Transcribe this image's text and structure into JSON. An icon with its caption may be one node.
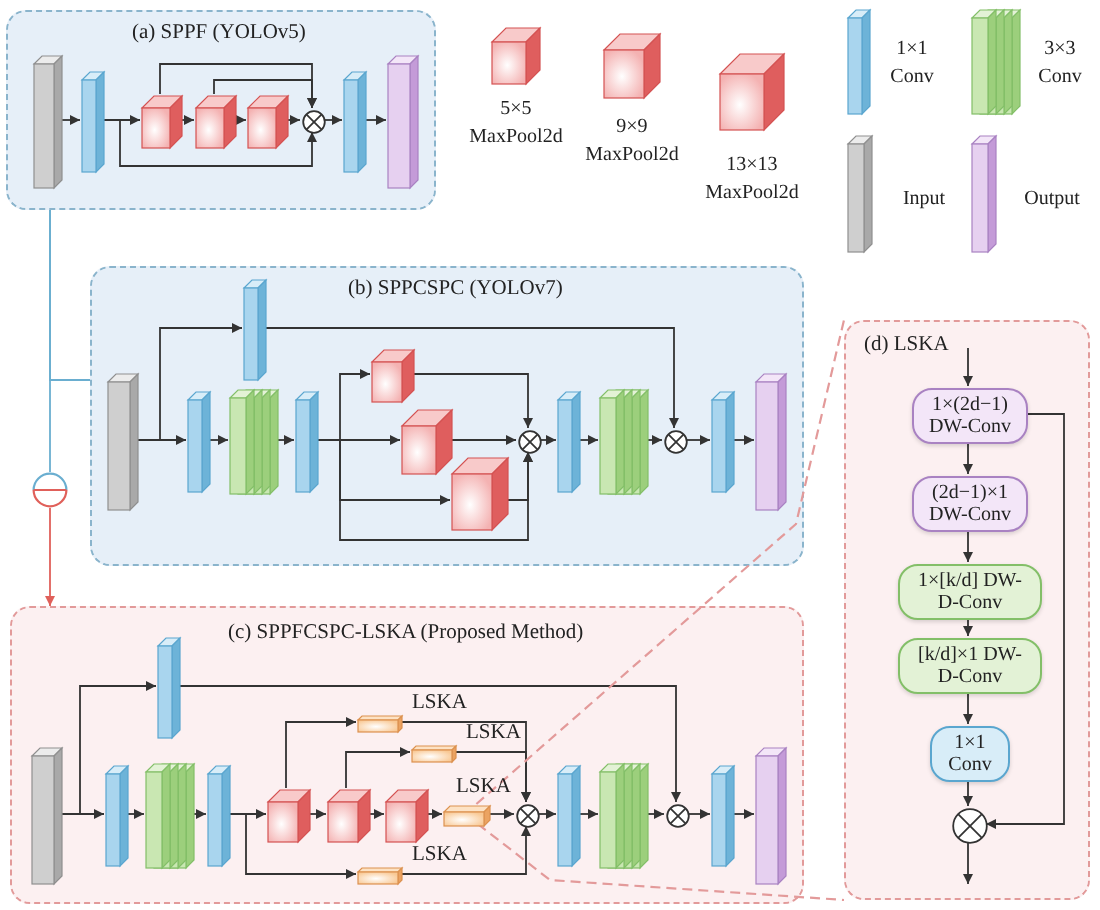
{
  "diagram": {
    "nodes": [
      {
        "text": [
          "(a) SPPF (YOLOv5)"
        ]
      },
      {
        "text": [],
        "shape": "bar",
        "in": 0
      },
      {
        "text": [],
        "shape": "bar",
        "in": 0
      },
      {
        "text": [],
        "shape": "box",
        "in": 0
      },
      {
        "text": [],
        "shape": "box",
        "in": 0
      },
      {
        "text": [],
        "shape": "box",
        "in": 0
      },
      {
        "text": [],
        "shape": "circle",
        "in": 0
      },
      {
        "text": [],
        "shape": "bar",
        "in": 0
      },
      {
        "text": [],
        "shape": "bar",
        "in": 0
      },
      {
        "text": [
          "(b) SPPCSPC (YOLOv7)"
        ]
      },
      {
        "text": [],
        "shape": "bar",
        "in": 9
      },
      {
        "text": [],
        "shape": "bar",
        "in": 9
      },
      {
        "text": [],
        "shape": "bar",
        "in": 9
      },
      {
        "text": [],
        "shape": "bar",
        "in": 9
      },
      {
        "text": [],
        "shape": "bar",
        "in": 9
      },
      {
        "text": [],
        "shape": "box",
        "in": 9
      },
      {
        "text": [],
        "shape": "box",
        "in": 9
      },
      {
        "text": [],
        "shape": "box",
        "in": 9
      },
      {
        "text": [],
        "shape": "circle",
        "in": 9
      },
      {
        "text": [],
        "shape": "bar",
        "in": 9
      },
      {
        "text": [],
        "shape": "bar",
        "in": 9
      },
      {
        "text": [],
        "shape": "circle",
        "in": 9
      },
      {
        "text": [],
        "shape": "bar",
        "in": 9
      },
      {
        "text": [],
        "shape": "bar",
        "in": 9
      },
      {
        "text": [],
        "shape": "circle"
      },
      {
        "text": [
          "(c) SPPFCSPC-LSKA (Proposed Method)"
        ]
      },
      {
        "text": [],
        "shape": "bar",
        "in": 25
      },
      {
        "text": [],
        "shape": "bar",
        "in": 25
      },
      {
        "text": [],
        "shape": "bar",
        "in": 25
      },
      {
        "text": [],
        "shape": "bar",
        "in": 25
      },
      {
        "text": [],
        "shape": "bar",
        "in": 25
      },
      {
        "text": [],
        "shape": "box",
        "in": 25
      },
      {
        "text": [],
        "shape": "box",
        "in": 25
      },
      {
        "text": [],
        "shape": "box",
        "in": 25
      },
      {
        "text": [],
        "shape": "box",
        "in": 25,
        "beside": [
          "LSKA"
        ]
      },
      {
        "text": [],
        "shape": "box",
        "in": 25,
        "beside": [
          "LSKA"
        ]
      },
      {
        "text": [],
        "shape": "box",
        "in": 25,
        "beside": [
          "LSKA"
        ]
      },
      {
        "text": [],
        "shape": "box",
        "in": 25,
        "beside": [
          "LSKA"
        ]
      },
      {
        "text": [],
        "shape": "circle",
        "in": 25
      },
      {
        "text": [],
        "shape": "bar",
        "in": 25
      },
      {
        "text": [],
        "shape": "bar",
        "in": 25
      },
      {
        "text": [],
        "shape": "circle",
        "in": 25
      },
      {
        "text": [],
        "shape": "bar",
        "in": 25
      },
      {
        "text": [],
        "shape": "bar",
        "in": 25
      },
      {
        "text": [
          "(d) LSKA"
        ]
      },
      {
        "text": [
          "1×(2d−1) DW-Conv"
        ],
        "in": 44
      },
      {
        "text": [
          "(2d−1)×1 DW-Conv"
        ],
        "in": 44
      },
      {
        "text": [
          "1×[k/d] DW-D-Conv"
        ],
        "in": 44
      },
      {
        "text": [
          "[k/d]×1 DW-D-Conv"
        ],
        "in": 44
      },
      {
        "text": [
          "1×1 Conv"
        ],
        "in": 44
      },
      {
        "text": [],
        "shape": "circle",
        "in": 44
      }
    ],
    "edges": [
      {
        "from": 1,
        "to": 2,
        "arrow": "to"
      },
      {
        "from": 2,
        "to": 3,
        "arrow": "to"
      },
      {
        "from": 3,
        "to": 4,
        "arrow": "to"
      },
      {
        "from": 4,
        "to": 5,
        "arrow": "to"
      },
      {
        "from": 5,
        "to": 6,
        "arrow": "to"
      },
      {
        "from": 3,
        "to": 6,
        "arrow": "to"
      },
      {
        "from": 4,
        "to": 6,
        "arrow": "to"
      },
      {
        "from": 2,
        "to": 6,
        "arrow": "to"
      },
      {
        "from": 6,
        "to": 7,
        "arrow": "to"
      },
      {
        "from": 7,
        "to": 8,
        "arrow": "to"
      },
      {
        "from": 10,
        "to": 12,
        "arrow": "to"
      },
      {
        "from": 10,
        "to": 11,
        "arrow": "to"
      },
      {
        "from": 12,
        "to": 13,
        "arrow": "to"
      },
      {
        "from": 13,
        "to": 14,
        "arrow": "to"
      },
      {
        "from": 14,
        "to": 15,
        "arrow": "to"
      },
      {
        "from": 14,
        "to": 16,
        "arrow": "to"
      },
      {
        "from": 14,
        "to": 17,
        "arrow": "to"
      },
      {
        "from": 14,
        "to": 18,
        "arrow": "to"
      },
      {
        "from": 15,
        "to": 18,
        "arrow": "to"
      },
      {
        "from": 16,
        "to": 18,
        "arrow": "to"
      },
      {
        "from": 17,
        "to": 18,
        "arrow": "to"
      },
      {
        "from": 18,
        "to": 19,
        "arrow": "to"
      },
      {
        "from": 19,
        "to": 20,
        "arrow": "to"
      },
      {
        "from": 20,
        "to": 21,
        "arrow": "to"
      },
      {
        "from": 11,
        "to": 21,
        "arrow": "to"
      },
      {
        "from": 21,
        "to": 22,
        "arrow": "to"
      },
      {
        "from": 22,
        "to": 23,
        "arrow": "to"
      },
      {
        "from": 0,
        "to": 9,
        "arrow": "none",
        "color": "#6aaed0"
      },
      {
        "from": 0,
        "to": 24,
        "arrow": "none",
        "color": "#6aaed0"
      },
      {
        "from": 24,
        "to": 25,
        "arrow": "to",
        "color": "#e0605a"
      },
      {
        "from": 26,
        "to": 28,
        "arrow": "to"
      },
      {
        "from": 26,
        "to": 27,
        "arrow": "to"
      },
      {
        "from": 28,
        "to": 29,
        "arrow": "to"
      },
      {
        "from": 29,
        "to": 30,
        "arrow": "to"
      },
      {
        "from": 30,
        "to": 31,
        "arrow": "to"
      },
      {
        "from": 31,
        "to": 32,
        "arrow": "to"
      },
      {
        "from": 32,
        "to": 33,
        "arrow": "to"
      },
      {
        "from": 33,
        "to": 36,
        "arrow": "to"
      },
      {
        "from": 36,
        "to": 38,
        "arrow": "to"
      },
      {
        "from": 31,
        "to": 34,
        "arrow": "to"
      },
      {
        "from": 34,
        "to": 38,
        "arrow": "to"
      },
      {
        "from": 32,
        "to": 35,
        "arrow": "to"
      },
      {
        "from": 35,
        "to": 38,
        "arrow": "to"
      },
      {
        "from": 30,
        "to": 37,
        "arrow": "to"
      },
      {
        "from": 37,
        "to": 38,
        "arrow": "to"
      },
      {
        "from": 38,
        "to": 39,
        "arrow": "to"
      },
      {
        "from": 39,
        "to": 40,
        "arrow": "to"
      },
      {
        "from": 40,
        "to": 41,
        "arrow": "to"
      },
      {
        "from": 27,
        "to": 41,
        "arrow": "to"
      },
      {
        "from": 41,
        "to": 42,
        "arrow": "to"
      },
      {
        "from": 42,
        "to": 43,
        "arrow": "to"
      },
      {
        "from": null,
        "to": 45,
        "arrow": "to"
      },
      {
        "from": 45,
        "to": 46,
        "arrow": "to"
      },
      {
        "from": 46,
        "to": 47,
        "arrow": "to"
      },
      {
        "from": 47,
        "to": 48,
        "arrow": "to"
      },
      {
        "from": 48,
        "to": 49,
        "arrow": "to"
      },
      {
        "from": 49,
        "to": 50,
        "arrow": "to"
      },
      {
        "from": 45,
        "to": 50,
        "arrow": "to"
      },
      {
        "from": 50,
        "to": null,
        "arrow": "to"
      },
      {
        "from": 36,
        "to": 44,
        "arrow": "none",
        "style": "dashed",
        "color": "#e39a9a"
      },
      {
        "from": 36,
        "to": 44,
        "arrow": "none",
        "style": "dashed",
        "color": "#e39a9a"
      }
    ],
    "legend": [
      {
        "text": "5×5 MaxPool2d"
      },
      {
        "text": "9×9 MaxPool2d"
      },
      {
        "text": "13×13 MaxPool2d"
      },
      {
        "text": "1×1 Conv"
      },
      {
        "text": "3×3 Conv"
      },
      {
        "text": "Input"
      },
      {
        "text": "Output"
      }
    ]
  }
}
